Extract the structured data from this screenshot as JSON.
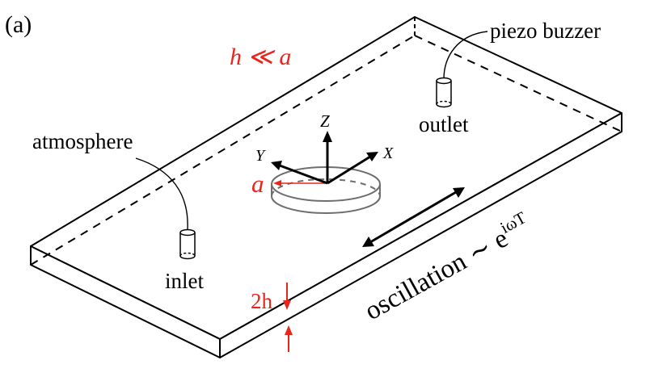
{
  "panel_label": "(a)",
  "annotations": {
    "condition": "h ≪ a",
    "piezo": "piezo buzzer",
    "outlet": "outlet",
    "atmosphere": "atmosphere",
    "inlet": "inlet",
    "thickness": "2h",
    "radius": "a",
    "oscillation": "oscillation ∼ e",
    "oscillation_exp": "iωT"
  },
  "axes": {
    "x": "X",
    "y": "Y",
    "z": "Z"
  },
  "colors": {
    "ink": "#000000",
    "accent": "#e8261c",
    "disc": "#6e6e6e"
  }
}
